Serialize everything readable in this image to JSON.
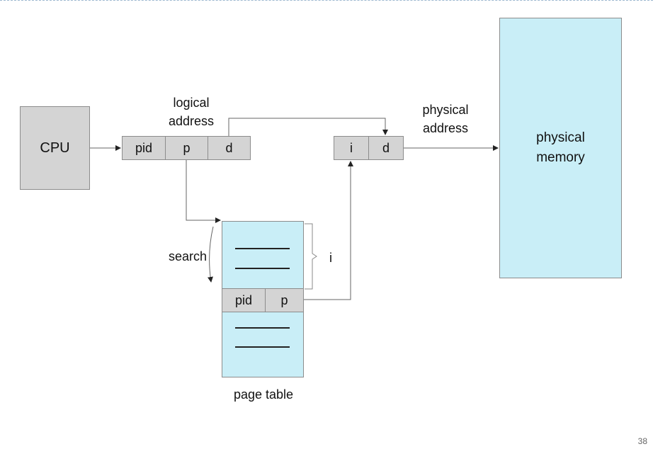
{
  "cpu": {
    "label": "CPU"
  },
  "logical_address": {
    "title": "logical\naddress",
    "fields": [
      "pid",
      "p",
      "d"
    ]
  },
  "physical_address": {
    "title": "physical\naddress",
    "fields": [
      "i",
      "d"
    ]
  },
  "physical_memory": {
    "label": "physical\nmemory"
  },
  "page_table": {
    "caption": "page table",
    "entry_fields": [
      "pid",
      "p"
    ],
    "search_label": "search",
    "index_label": "i"
  },
  "slide": {
    "number": "38"
  },
  "colors": {
    "gray_box": "#d4d4d4",
    "memory_fill": "#c9eef7",
    "outline": "#8c8c8c"
  }
}
